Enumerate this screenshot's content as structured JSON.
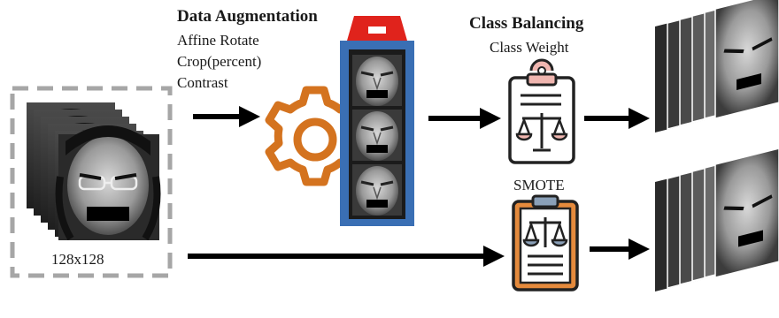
{
  "augmentation": {
    "title": "Data Augmentation",
    "methods": [
      "Affine Rotate",
      "Crop(percent)",
      "Contrast"
    ]
  },
  "balancing": {
    "title": "Class Balancing",
    "class_weight_label": "Class Weight",
    "smote_label": "SMOTE"
  },
  "input": {
    "size_label": "128x128"
  },
  "icons": {
    "gear": "gear-icon",
    "clipboard_weight": "clipboard-scale-icon",
    "clipboard_smote": "clipboard-scale-icon"
  },
  "colors": {
    "gear": "#d4731f",
    "panel_frame": "#3a6fb4",
    "clip": "#e0231c",
    "clipboard_orange": "#e58a3c",
    "arrow": "#000000",
    "dashed_border": "#a6a6a6"
  }
}
